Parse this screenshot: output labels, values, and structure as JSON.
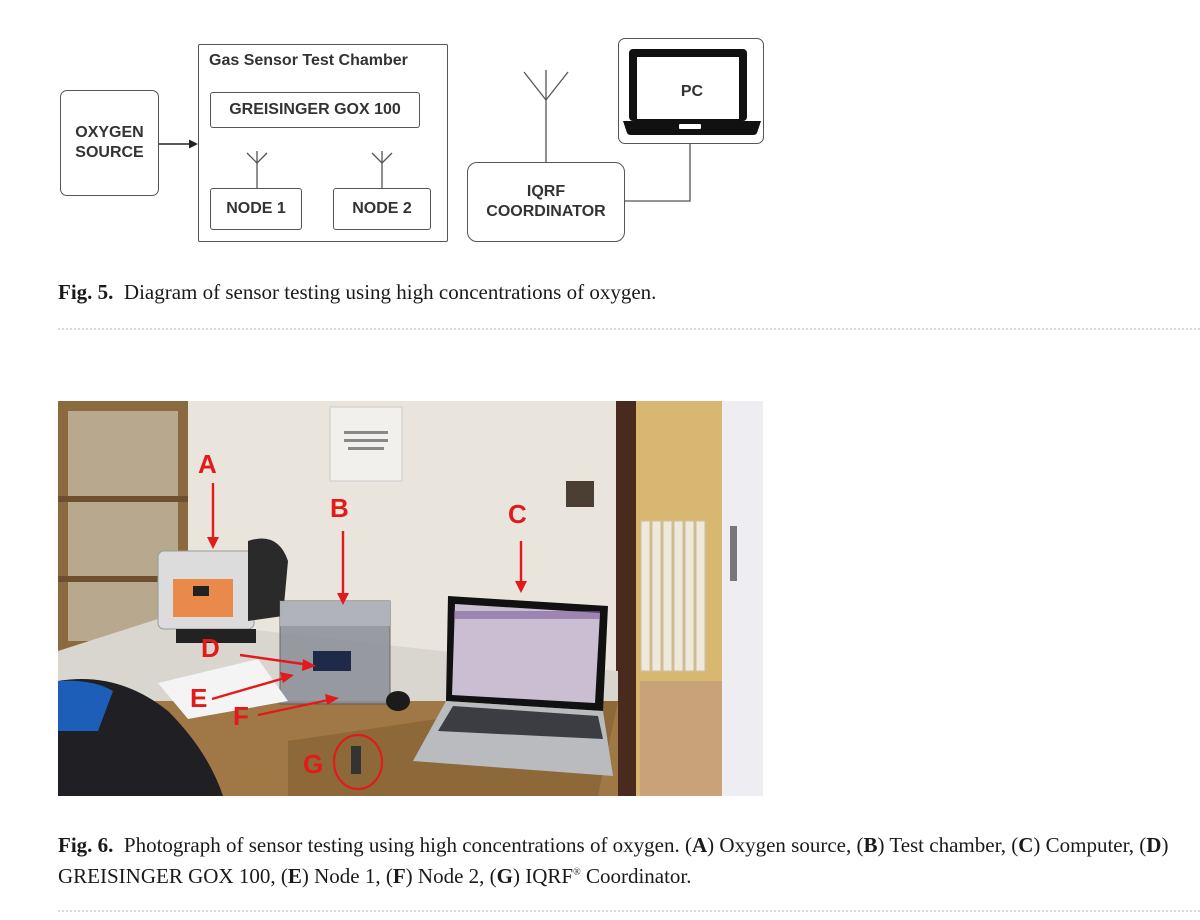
{
  "figure5": {
    "diagram": {
      "oxygen_source": "OXYGEN\nSOURCE",
      "chamber_title": "Gas Sensor Test Chamber",
      "gox": "GREISINGER GOX 100",
      "node1": "NODE 1",
      "node2": "NODE 2",
      "coordinator": "IQRF\nCOORDINATOR",
      "pc": "PC"
    },
    "caption_label": "Fig. 5.",
    "caption_text": "Diagram of sensor testing using high concentrations of oxygen."
  },
  "figure6": {
    "photo_labels": [
      "A",
      "B",
      "C",
      "D",
      "E",
      "F",
      "G"
    ],
    "caption_label": "Fig. 6.",
    "caption_parts": [
      {
        "t": "Photograph of sensor testing using high concentrations of oxygen. ("
      },
      {
        "b": "A"
      },
      {
        "t": ") Oxygen source, ("
      },
      {
        "b": "B"
      },
      {
        "t": ") Test chamber, ("
      },
      {
        "b": "C"
      },
      {
        "t": ") Computer, ("
      },
      {
        "b": "D"
      },
      {
        "t": ") GREISINGER GOX 100, ("
      },
      {
        "b": "E"
      },
      {
        "t": ") Node 1, ("
      },
      {
        "b": "F"
      },
      {
        "t": ") Node 2, ("
      },
      {
        "b": "G"
      },
      {
        "t": ") IQRF"
      },
      {
        "sup": "®"
      },
      {
        "t": " Coordinator."
      }
    ]
  }
}
